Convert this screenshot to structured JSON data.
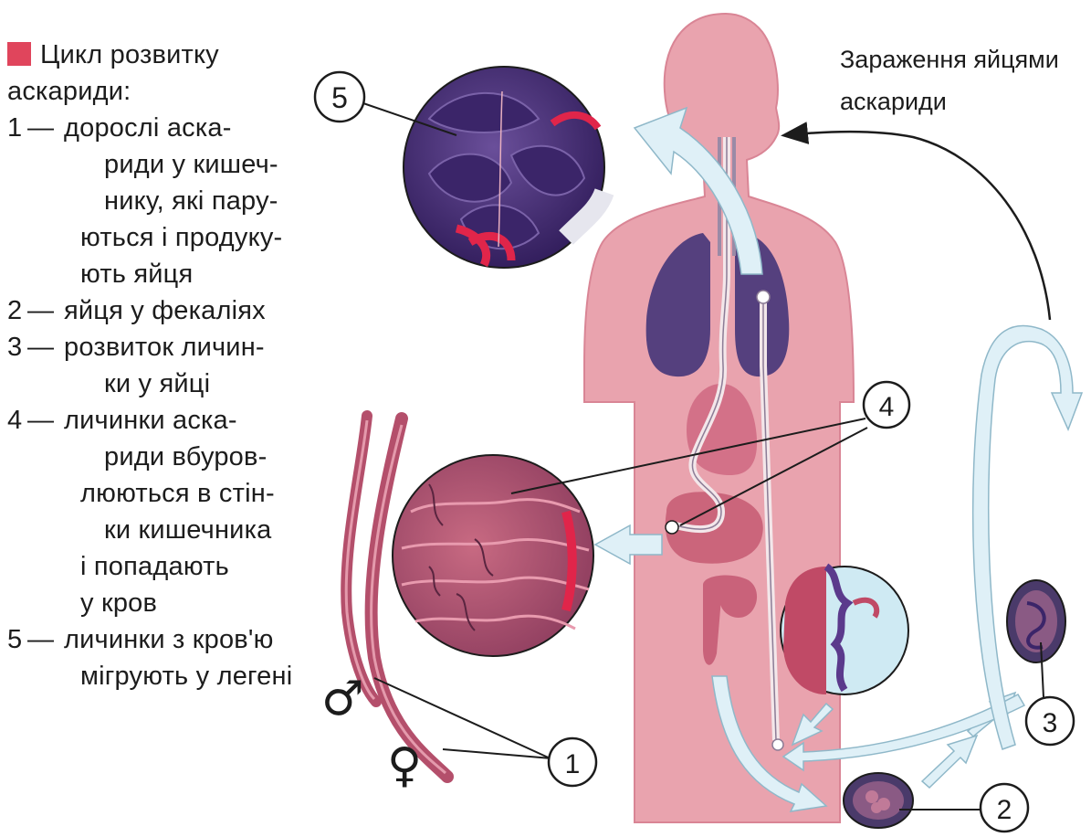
{
  "caption": {
    "title_lines": [
      "Цикл розвитку",
      "аскариди:"
    ],
    "entries": [
      {
        "num": "1",
        "dash": "—",
        "lines": [
          "дорослі аска-",
          "риди у кишеч-",
          "нику, які пару-",
          "ються і продуку-",
          "ють яйця"
        ]
      },
      {
        "num": "2",
        "dash": "—",
        "lines": [
          "яйця у фекаліях"
        ]
      },
      {
        "num": "3",
        "dash": "—",
        "lines": [
          "розвиток личин-",
          "ки у яйці"
        ]
      },
      {
        "num": "4",
        "dash": "—",
        "lines": [
          "личинки аска-",
          "риди вбуров-",
          "люються в стін-",
          "ки кишечника",
          "і попадають",
          "у кров"
        ]
      },
      {
        "num": "5",
        "dash": "—",
        "lines": [
          "личинки з кров'ю",
          "мігрують у легені"
        ]
      }
    ]
  },
  "infection_note": {
    "lines": [
      "Зараження яйцями",
      "аскариди"
    ]
  },
  "markers": {
    "m1": "1",
    "m2": "2",
    "m3": "3",
    "m4": "4",
    "m5": "5"
  },
  "sex_symbols": {
    "male": "♂",
    "female": "♀"
  },
  "colors": {
    "body": "#e9a3ae",
    "body_dark": "#d98595",
    "lungs": "#55407e",
    "intestine": "#c65a72",
    "alveoli": "#4a2f78",
    "blood": "#e0254a",
    "arrow": "#dff0f7",
    "arrow_edge": "#8fb8c9",
    "worm": "#b44f6b",
    "bullet": "#e0455c"
  }
}
